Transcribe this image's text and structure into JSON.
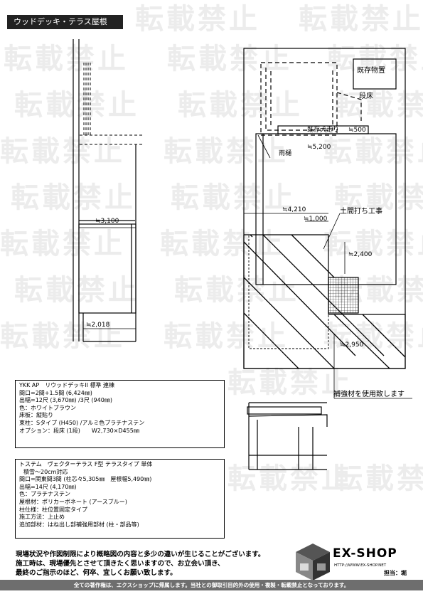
{
  "header": {
    "title": "ウッドデッキ・テラス屋根"
  },
  "watermark": {
    "text": "転載禁止"
  },
  "labels": {
    "existing": "既存物置",
    "step_floor": "段床",
    "existing_dog": "既存犬走り",
    "dim_500": "≒500",
    "dim_5200": "≒5,200",
    "gutter": "雨樋",
    "dim_4210": "≒4,210",
    "dim_1000": "≒1,000",
    "earth_floor": "土間打ち工事",
    "dim_2400": "≒2,400",
    "dim_2950": "≒2,950",
    "dim_3100": "≒3,100",
    "dim_2018": "≒2,018",
    "reinforce": "補強材を使用致します"
  },
  "spec1": {
    "lines": [
      "YKK AP　リウッドデッキII 標準 連棟",
      "間口=2間+1.5間 (6,424㎜)",
      "出幅=12尺 (3,670㎜) /3尺 (940㎜)",
      "色：ホワイトブラウン",
      "床板：縦貼り",
      "束柱：Sタイプ (H450) /アルミ色プラチナステン",
      "オプション：段床 (1段)　　W2,730×D455㎜"
    ]
  },
  "spec2": {
    "lines": [
      "トステム　ヴェクターテラス F型 テラスタイプ 単体",
      "積雪～20cm対応",
      "間口=関東間3間 (柱芯々5,305㎜　屋根幅5,490㎜)",
      "出幅=14尺 (4,170㎜)",
      "色：プラチナステン",
      "屋根材：ポリカーボネート (アースブルー)",
      "柱仕様：柱位置固定タイプ",
      "施工方法：上止め",
      "追加部材：はね出し部補強用部材 (柱・部品等)"
    ]
  },
  "notes": [
    "現場状況や作図制限により概略図の内容と多少の違いが生じることがございます。",
    "施工時は、現場優先とさせて頂きたく思いますので、お立会い頂き、",
    "最終のご指示のほど、何卒、宜しくお願い致します。"
  ],
  "brand": {
    "name": "EX-SHOP",
    "url": "HTTP://WWW.EX-SHOP.NET",
    "staff": "担当：堀"
  },
  "footer": {
    "text": "全ての著作権は、エクスショップに帰属します。当社との御取引目的外の使用・複製・転載禁止となっております。"
  }
}
